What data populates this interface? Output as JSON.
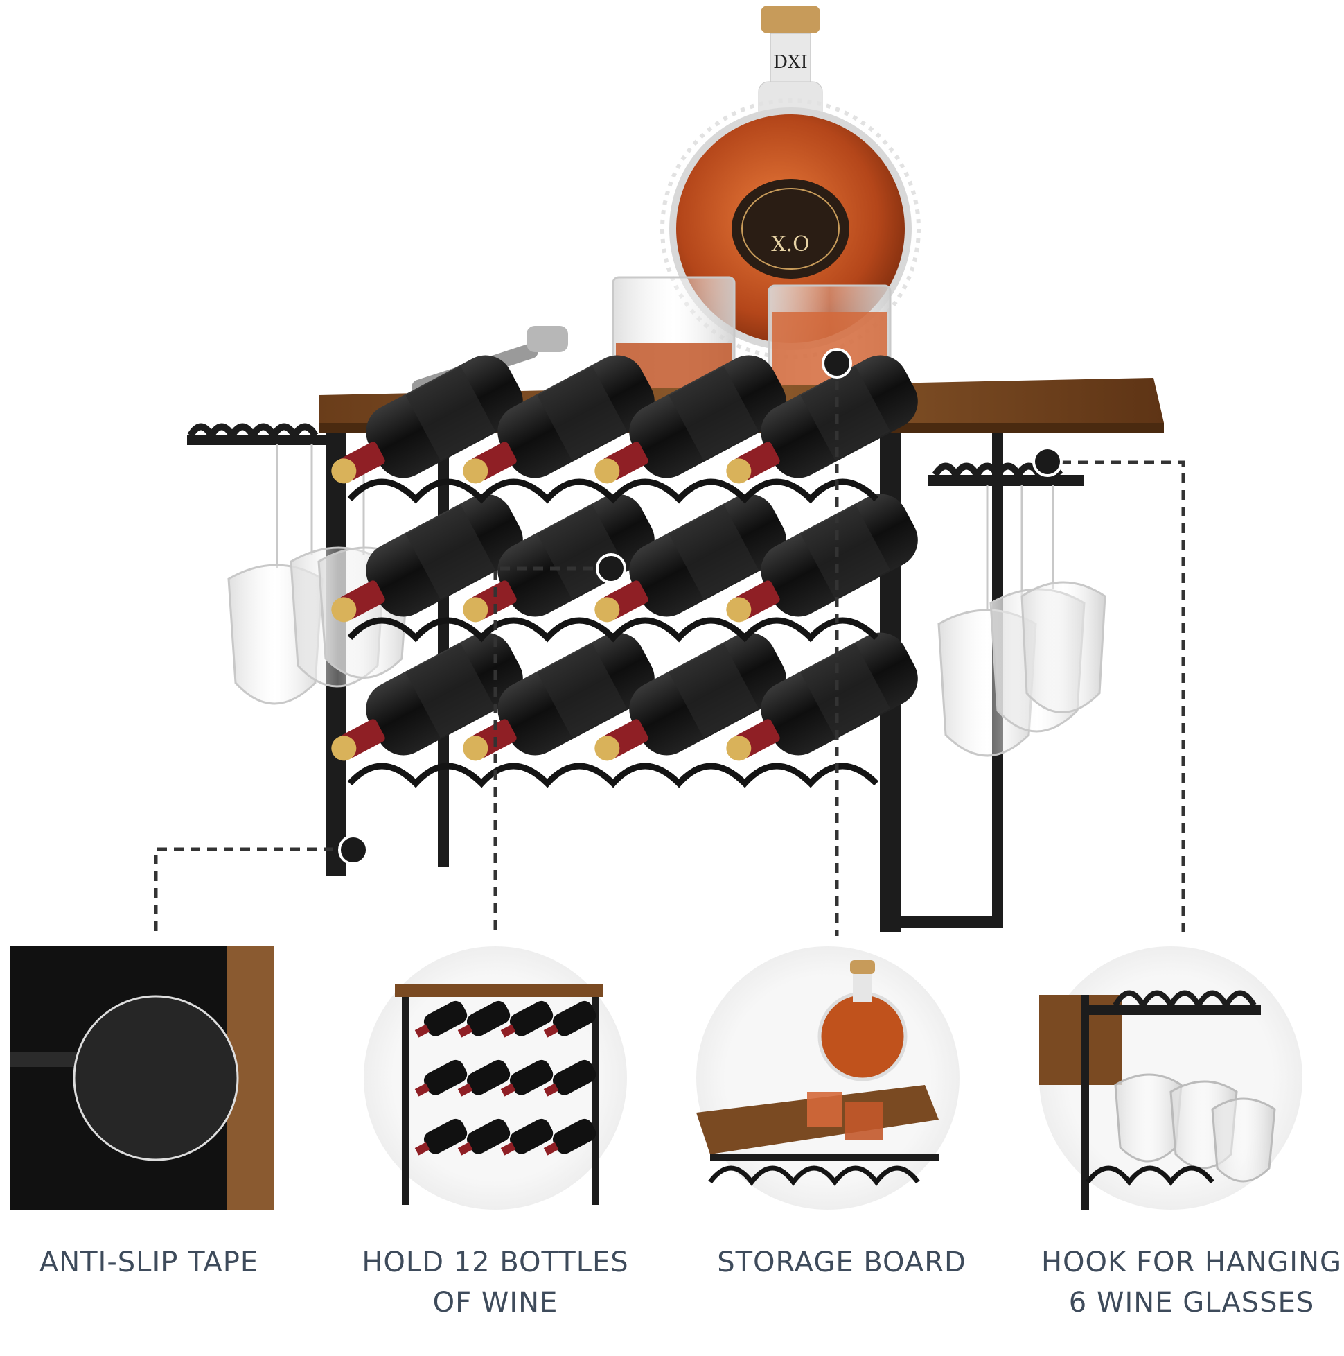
{
  "features": [
    {
      "icon": "anti-slip-pad-icon",
      "label": "ANTI-SLIP TAPE"
    },
    {
      "icon": "wine-rack-icon",
      "label": "HOLD 12 BOTTLES OF WINE"
    },
    {
      "icon": "storage-board-icon",
      "label": "STORAGE BOARD"
    },
    {
      "icon": "glass-hook-icon",
      "label": "HOOK FOR HANGING 6 WINE GLASSES"
    }
  ],
  "product": {
    "decanter_label": "X.O",
    "decanter_neck": "DXI",
    "bottle_count": 12
  },
  "colors": {
    "wood": "#7a4a22",
    "metal": "#1c1c1c",
    "cognac": "#c0521c",
    "capsule": "#8f1f25",
    "caption": "#3e4b5b"
  }
}
